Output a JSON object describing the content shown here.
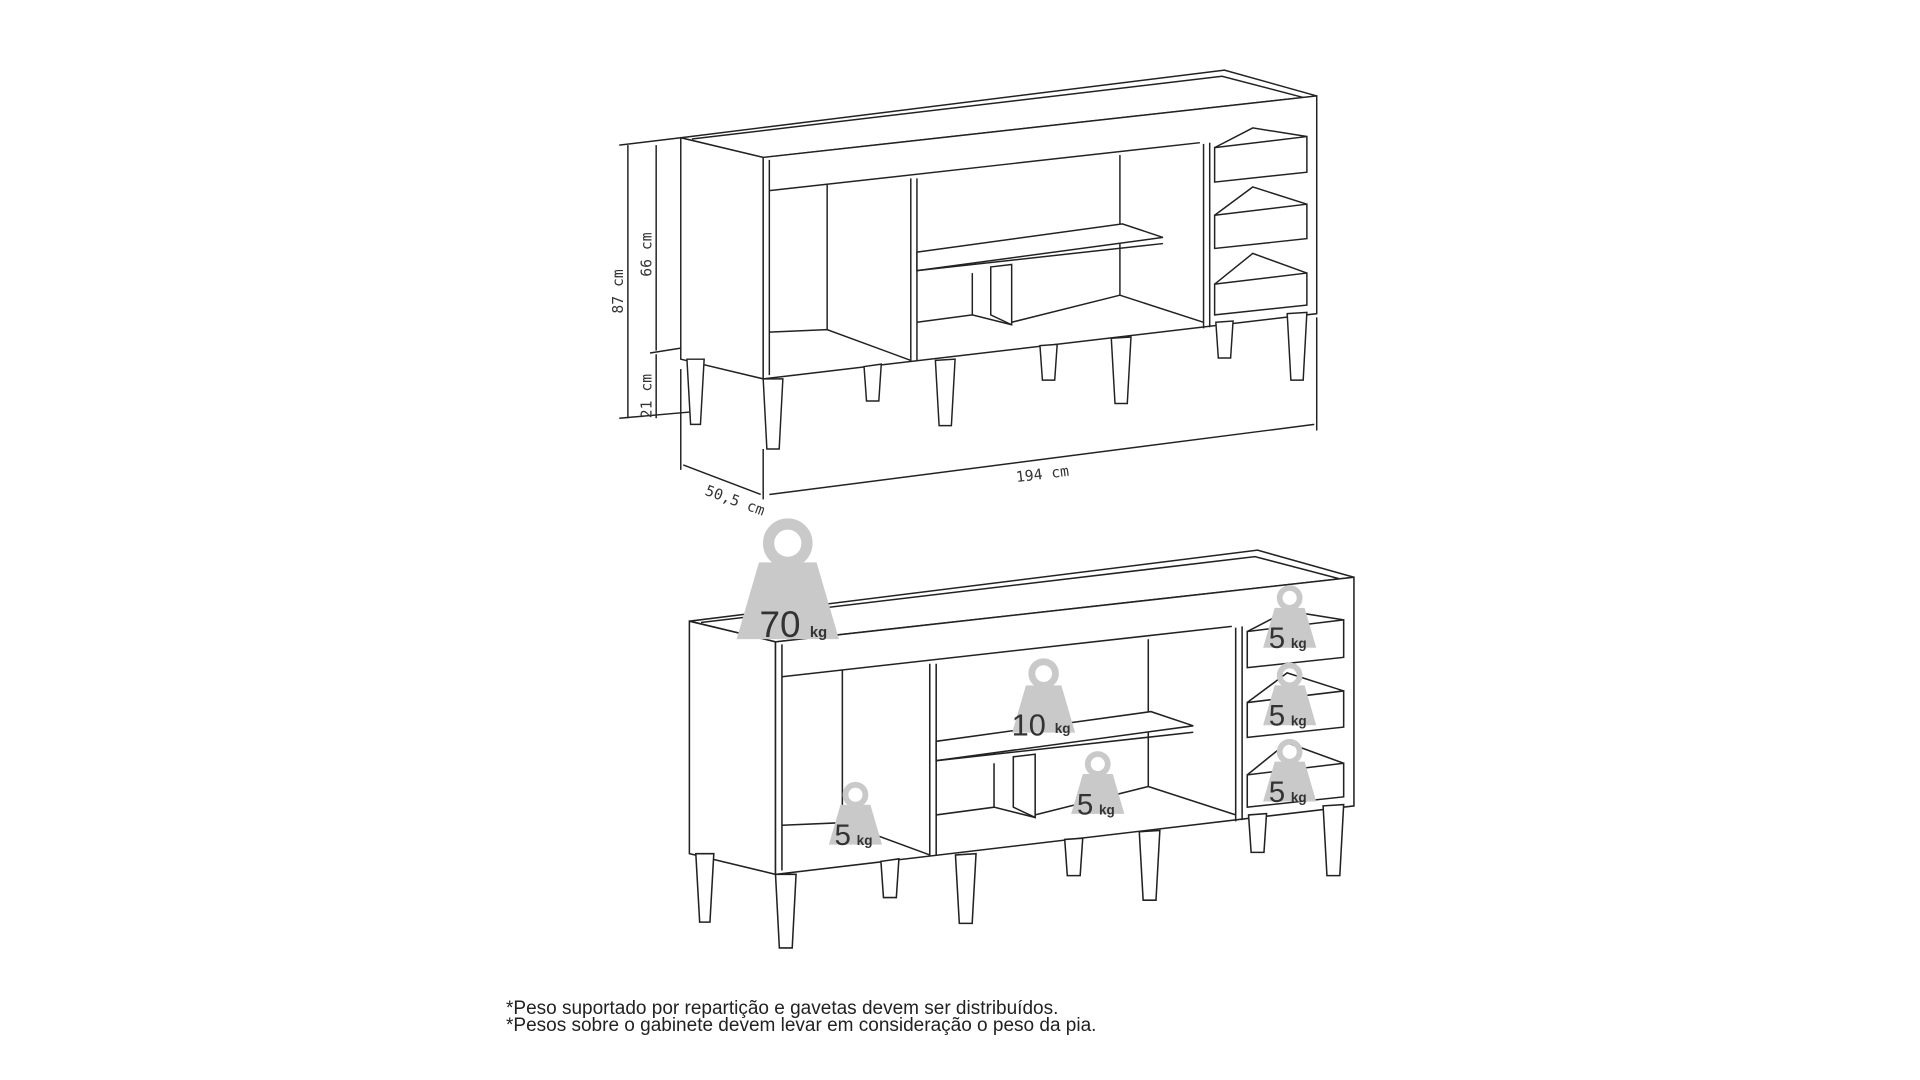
{
  "dimensions": {
    "total_height": "87 cm",
    "body_height": "66 cm",
    "leg_height": "21 cm",
    "width": "194 cm",
    "depth": "50,5 cm"
  },
  "weights": {
    "top": {
      "value": "70",
      "unit": "kg"
    },
    "shelf": {
      "value": "10",
      "unit": "kg"
    },
    "left_compartment": {
      "value": "5",
      "unit": "kg"
    },
    "middle_bottom": {
      "value": "5",
      "unit": "kg"
    },
    "drawer_1": {
      "value": "5",
      "unit": "kg"
    },
    "drawer_2": {
      "value": "5",
      "unit": "kg"
    },
    "drawer_3": {
      "value": "5",
      "unit": "kg"
    }
  },
  "notes": [
    "*Peso suportado por repartição e gavetas devem ser distribuídos.",
    "*Pesos sobre o gabinete devem levar em consideração o peso da pia."
  ],
  "colors": {
    "line": "#222222",
    "weight_fill": "#c9c9c9"
  }
}
